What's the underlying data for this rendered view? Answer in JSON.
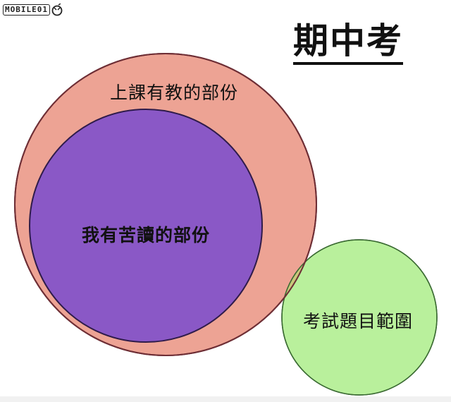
{
  "watermark": {
    "text": "MOBILE01"
  },
  "title": "期中考",
  "diagram": {
    "sets": [
      {
        "label": "上課有教的部份",
        "color": "#eda394"
      },
      {
        "label": "我有苦讀的部份",
        "color": "#8a58c6"
      },
      {
        "label": "考試題目範圍",
        "color": "#b9f09c"
      }
    ]
  }
}
